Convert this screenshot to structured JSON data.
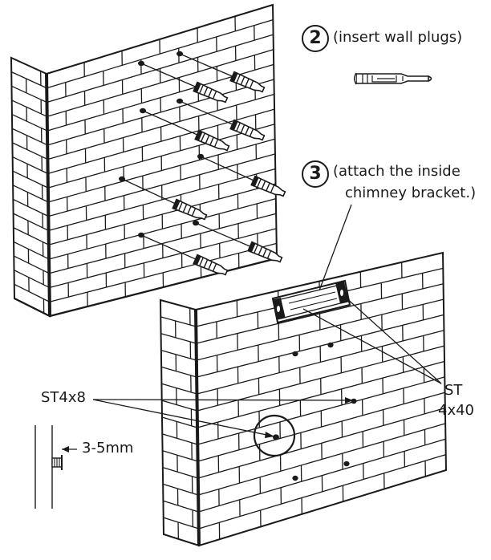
{
  "steps": [
    {
      "number": "2",
      "caption": "(insert wall plugs)"
    },
    {
      "number": "3",
      "caption_line1": "(attach the inside",
      "caption_line2": "chimney bracket.)"
    }
  ],
  "labels": {
    "screw_small": "ST4x8",
    "screw_large_line1": "ST",
    "screw_large_line2": "4x40",
    "gap": "3-5mm"
  },
  "colors": {
    "line": "#1a1a1a",
    "brick": "#ffffff",
    "background": "#ffffff"
  },
  "icons": [
    "wall-plug-icon",
    "bracket-icon",
    "screw-icon",
    "wall-plug-icon"
  ]
}
